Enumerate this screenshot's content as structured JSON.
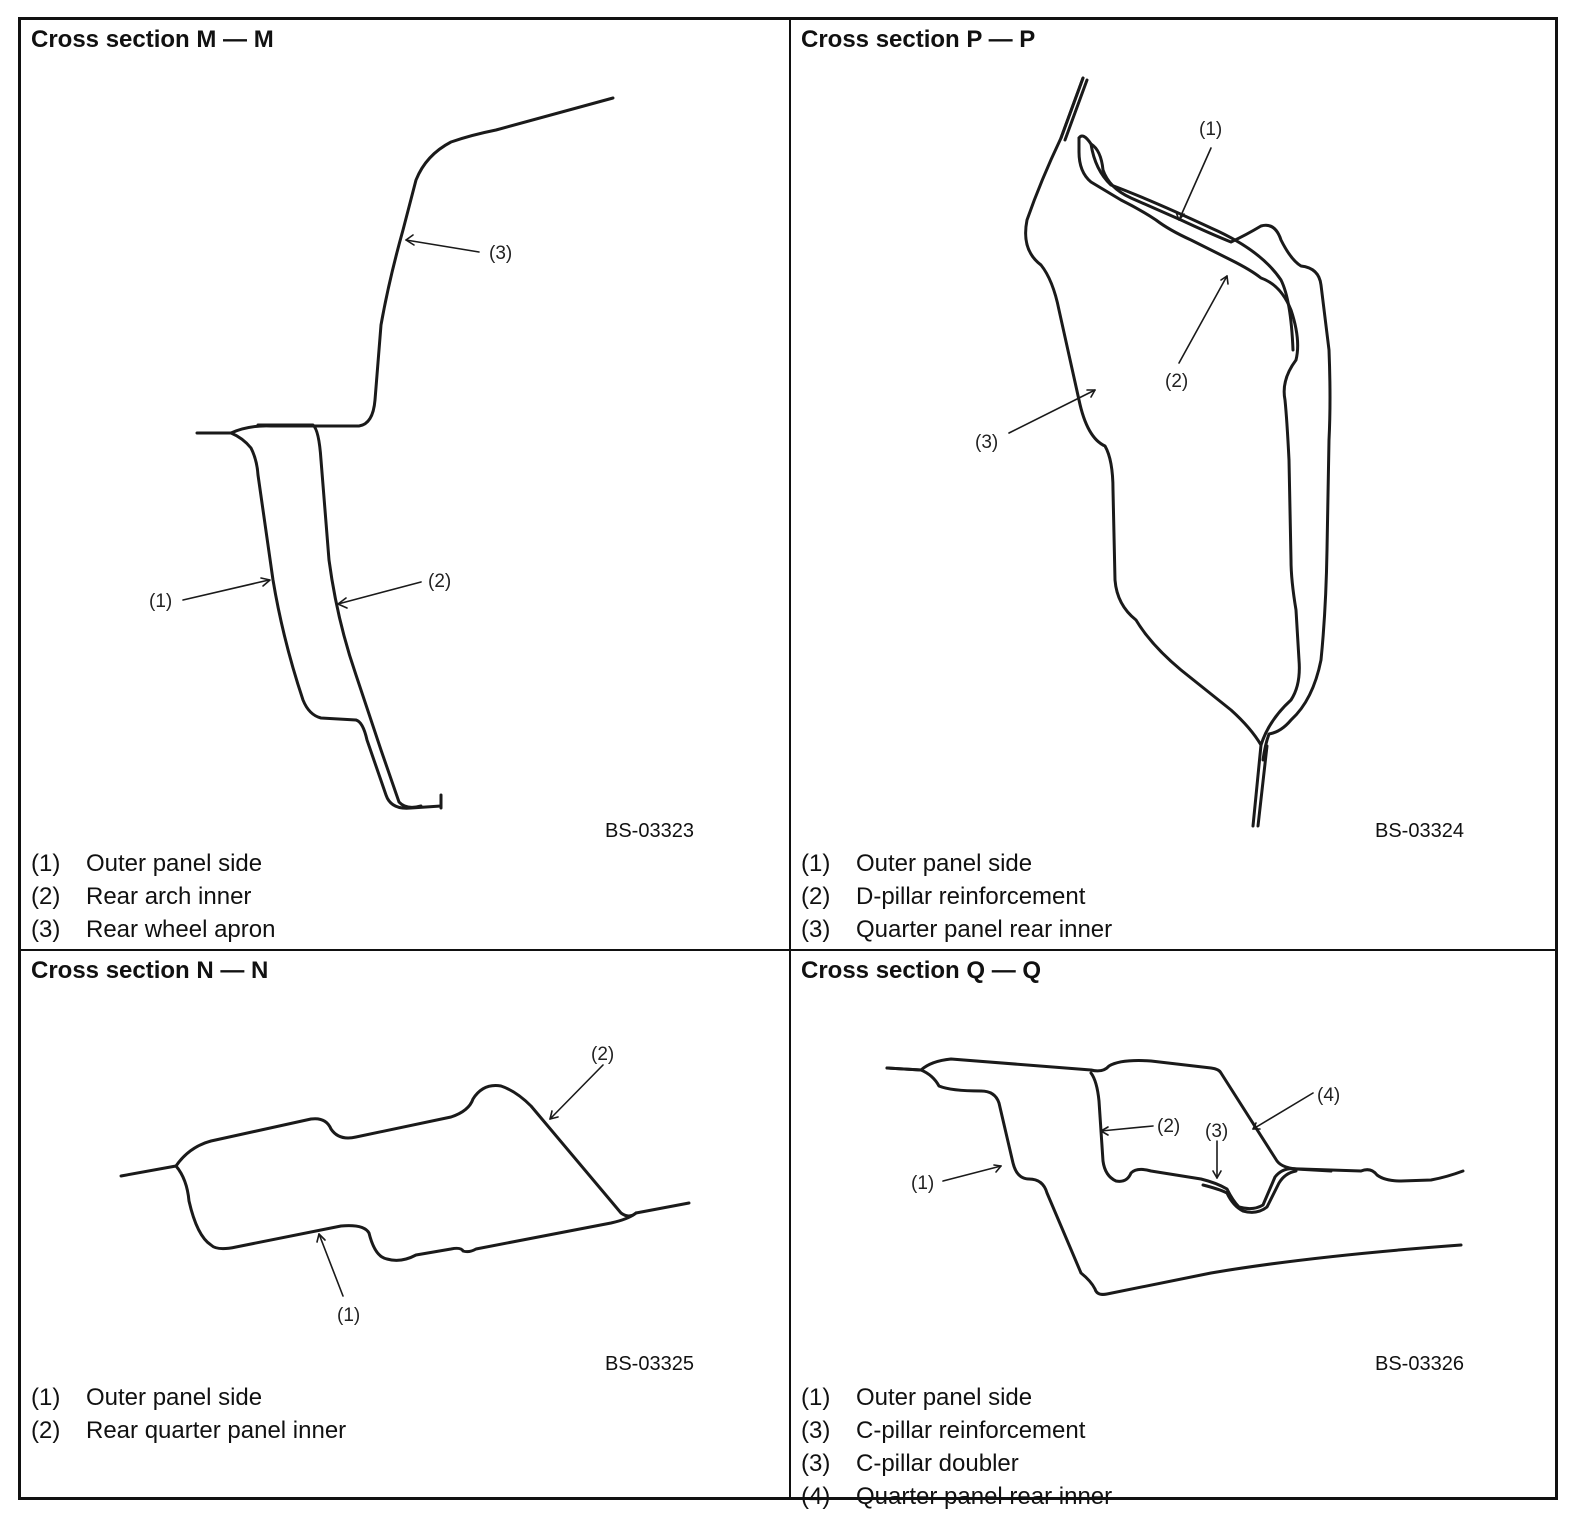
{
  "panels": {
    "mm": {
      "title": "Cross section M — M",
      "code": "BS-03323",
      "callouts": [
        "(1)",
        "(2)",
        "(3)"
      ],
      "legend": [
        {
          "num": "(1)",
          "label": "Outer panel side"
        },
        {
          "num": "(2)",
          "label": "Rear arch inner"
        },
        {
          "num": "(3)",
          "label": "Rear wheel apron"
        }
      ]
    },
    "pp": {
      "title": "Cross section P — P",
      "code": "BS-03324",
      "callouts": [
        "(1)",
        "(2)",
        "(3)"
      ],
      "legend": [
        {
          "num": "(1)",
          "label": "Outer panel side"
        },
        {
          "num": "(2)",
          "label": "D-pillar reinforcement"
        },
        {
          "num": "(3)",
          "label": "Quarter panel rear inner"
        }
      ]
    },
    "nn": {
      "title": "Cross section N — N",
      "code": "BS-03325",
      "callouts": [
        "(1)",
        "(2)"
      ],
      "legend": [
        {
          "num": "(1)",
          "label": "Outer panel side"
        },
        {
          "num": "(2)",
          "label": "Rear quarter panel inner"
        }
      ]
    },
    "qq": {
      "title": "Cross section Q — Q",
      "code": "BS-03326",
      "callouts": [
        "(1)",
        "(2)",
        "(3)",
        "(4)"
      ],
      "legend": [
        {
          "num": "(1)",
          "label": "Outer panel side"
        },
        {
          "num": "(3)",
          "label": "C-pillar reinforcement"
        },
        {
          "num": "(3)",
          "label": "C-pillar doubler"
        },
        {
          "num": "(4)",
          "label": "Quarter panel rear inner"
        }
      ]
    }
  }
}
